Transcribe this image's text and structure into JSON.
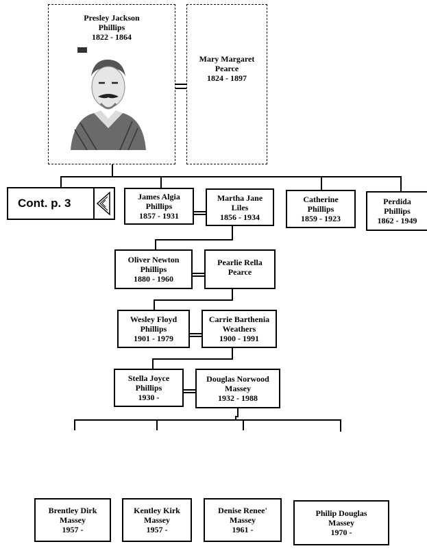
{
  "top_couple": {
    "husband": {
      "name": "Presley Jackson",
      "surname": "Phillips",
      "dates": "1822 - 1864"
    },
    "wife": {
      "name": "Mary Margaret",
      "surname": "Pearce",
      "dates": "1824 - 1897"
    }
  },
  "cont_box": {
    "label": "Cont. p. 3"
  },
  "gen2": [
    {
      "l1": "James Algia",
      "l2": "Phillips",
      "l3": "1857 - 1931"
    },
    {
      "l1": "Martha Jane",
      "l2": "Liles",
      "l3": "1856 - 1934"
    },
    {
      "l1": "Catherine",
      "l2": "Phillips",
      "l3": "1859 - 1923"
    },
    {
      "l1": "Perdida",
      "l2": "Phillips",
      "l3": "1862 - 1949"
    }
  ],
  "gen3": [
    {
      "l1": "Oliver Newton",
      "l2": "Phillips",
      "l3": "1880 - 1960"
    },
    {
      "l1": "Pearlie Rella",
      "l2": "Pearce",
      "l3": ""
    }
  ],
  "gen4": [
    {
      "l1": "Wesley Floyd",
      "l2": "Phillips",
      "l3": "1901 - 1979"
    },
    {
      "l1": "Carrie Barthenia",
      "l2": "Weathers",
      "l3": "1900 - 1991"
    }
  ],
  "gen5": [
    {
      "l1": "Stella Joyce",
      "l2": "Phillips",
      "l3": "1930 -"
    },
    {
      "l1": "Douglas Norwood",
      "l2": "Massey",
      "l3": "1932 - 1988"
    }
  ],
  "gen6": [
    {
      "l1": "Brentley Dirk",
      "l2": "Massey",
      "l3": "1957 -"
    },
    {
      "l1": "Kentley Kirk",
      "l2": "Massey",
      "l3": "1957 -"
    },
    {
      "l1": "Denise Renee'",
      "l2": "Massey",
      "l3": "1961 -"
    },
    {
      "l1": "Philip Douglas",
      "l2": "Massey",
      "l3": "1970 -"
    }
  ]
}
